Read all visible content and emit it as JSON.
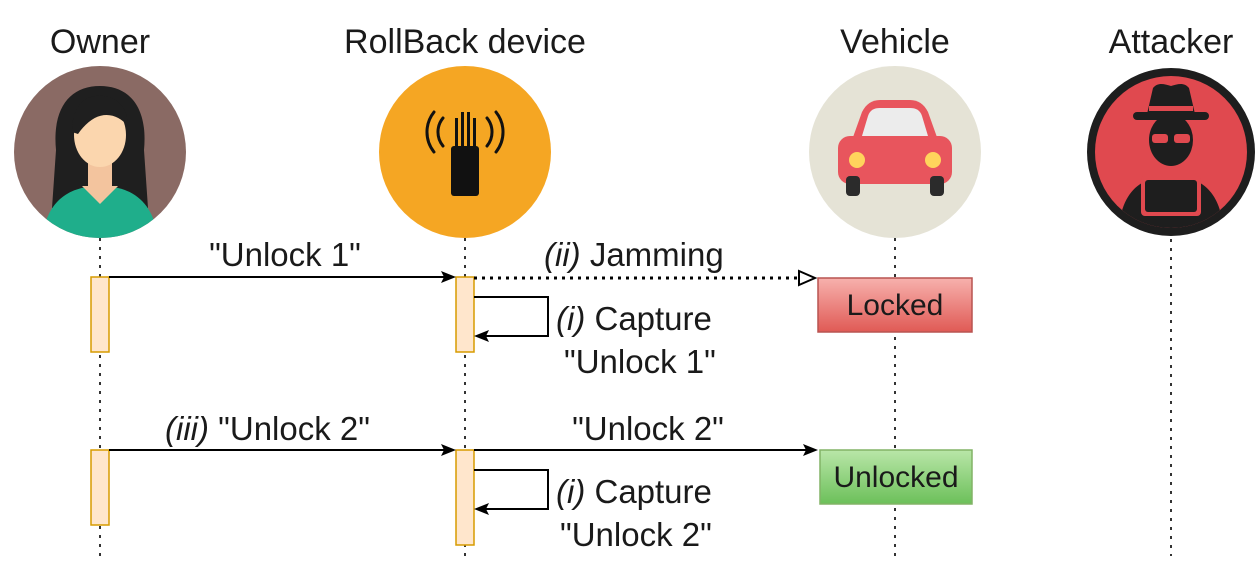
{
  "actors": {
    "owner": {
      "label": "Owner",
      "icon": "woman-avatar-icon",
      "bg_color": "#8a6a64",
      "shirt_color": "#1fae8b"
    },
    "rollback": {
      "label": "RollBack device",
      "icon": "radio-transmitter-icon",
      "bg_color": "#f5a623"
    },
    "vehicle": {
      "label": "Vehicle",
      "icon": "car-icon",
      "bg_color": "#e5e3d6",
      "car_color": "#e8555d"
    },
    "attacker": {
      "label": "Attacker",
      "icon": "hacker-icon",
      "bg_color": "#e0494f",
      "rim_color": "#1e1e1e"
    }
  },
  "messages": {
    "m1": {
      "text": "\"Unlock 1\""
    },
    "jamming": {
      "prefix": "(ii)",
      "text": " Jamming"
    },
    "capture1": {
      "prefix": "(i)",
      "text": " Capture",
      "line2": "\"Unlock 1\""
    },
    "m2": {
      "prefix": "(iii)",
      "text": " \"Unlock 2\""
    },
    "m3": {
      "text": "\"Unlock 2\""
    },
    "capture2": {
      "prefix": "(i)",
      "text": " Capture",
      "line2": "\"Unlock 2\""
    }
  },
  "states": {
    "locked": {
      "text": "Locked",
      "fill": "#f8cecc",
      "stroke": "#b85450"
    },
    "unlocked": {
      "text": "Unlocked",
      "fill": "#d5e8d4",
      "stroke": "#82b366"
    }
  }
}
